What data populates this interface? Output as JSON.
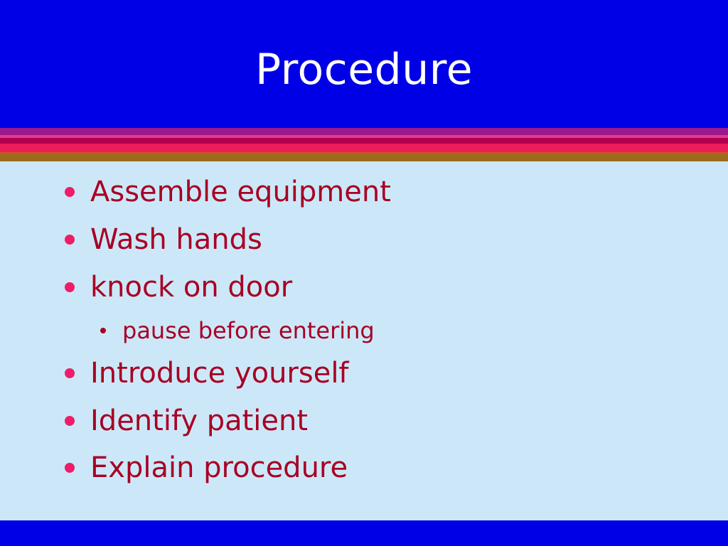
{
  "slide": {
    "title": "Procedure",
    "bullets": [
      "Assemble equipment",
      "Wash hands",
      "knock on door",
      "Introduce yourself",
      "Identify patient",
      "Explain procedure"
    ],
    "sub_bullets": {
      "knock_on_door": [
        "pause before entering"
      ]
    }
  },
  "colors": {
    "header_background": "#0000e6",
    "body_background": "#cce8f8",
    "bullet_text": "#a80024",
    "bullet_marker": "#ee1c6a",
    "title_text": "#ffffff"
  }
}
